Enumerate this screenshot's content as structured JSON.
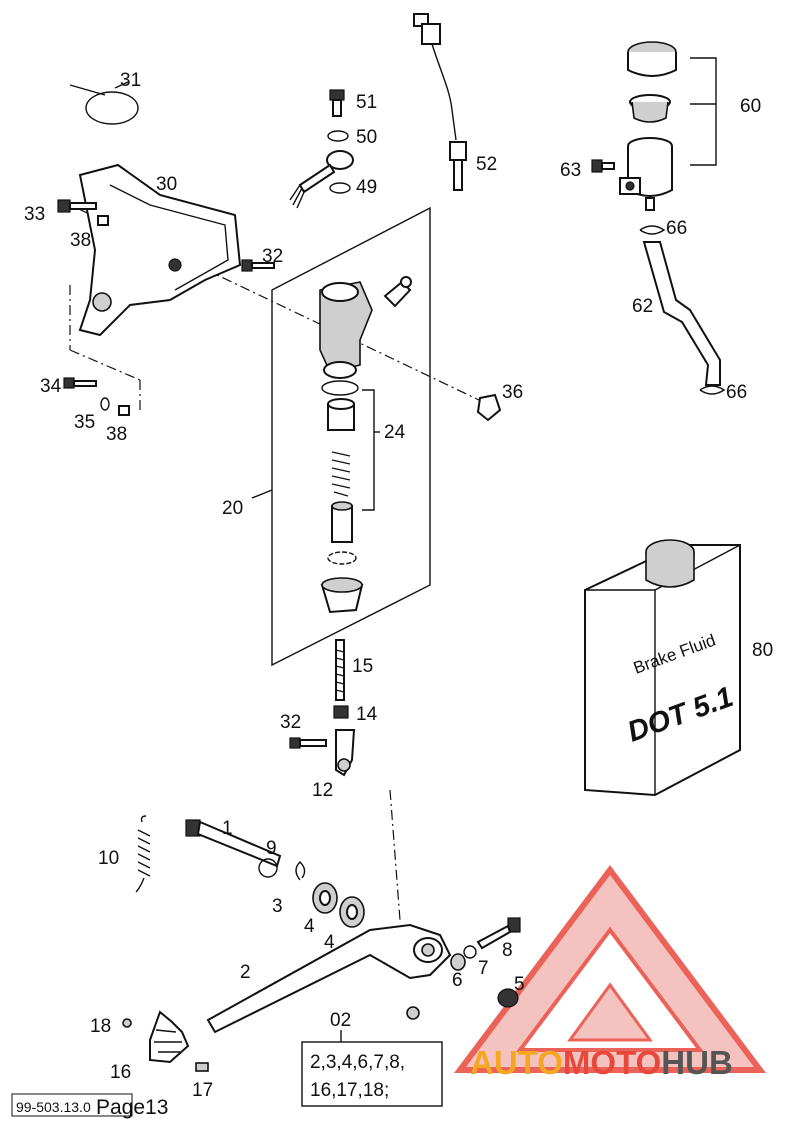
{
  "callouts": {
    "c31": "31",
    "c30": "30",
    "c33": "33",
    "c38a": "38",
    "c34": "34",
    "c35": "35",
    "c38b": "38",
    "c51": "51",
    "c50": "50",
    "c49": "49",
    "c52": "52",
    "c32a": "32",
    "c36": "36",
    "c20": "20",
    "c24": "24",
    "c15": "15",
    "c14": "14",
    "c32b": "32",
    "c12": "12",
    "c60": "60",
    "c63": "63",
    "c66a": "66",
    "c62": "62",
    "c66b": "66",
    "c80": "80",
    "c1": "1",
    "c9": "9",
    "c10": "10",
    "c3": "3",
    "c4a": "4",
    "c4b": "4",
    "c2": "2",
    "c8": "8",
    "c7": "7",
    "c6": "6",
    "c5": "5",
    "c18": "18",
    "c16": "16",
    "c17": "17",
    "c02": "02"
  },
  "kit_box": {
    "line1": "2,3,4,6,7,8,",
    "line2": "16,17,18;"
  },
  "bottle": {
    "label1": "Brake Fluid",
    "label2": "DOT 5.1"
  },
  "footer": {
    "code": "99-503.13.0",
    "page": "Page13"
  },
  "watermark": {
    "part1": "AUTO",
    "part2": "MOTO",
    "part3": "HUB",
    "color_orange": "#f5a623",
    "color_red": "#e8483c",
    "color_gray": "#555555"
  }
}
